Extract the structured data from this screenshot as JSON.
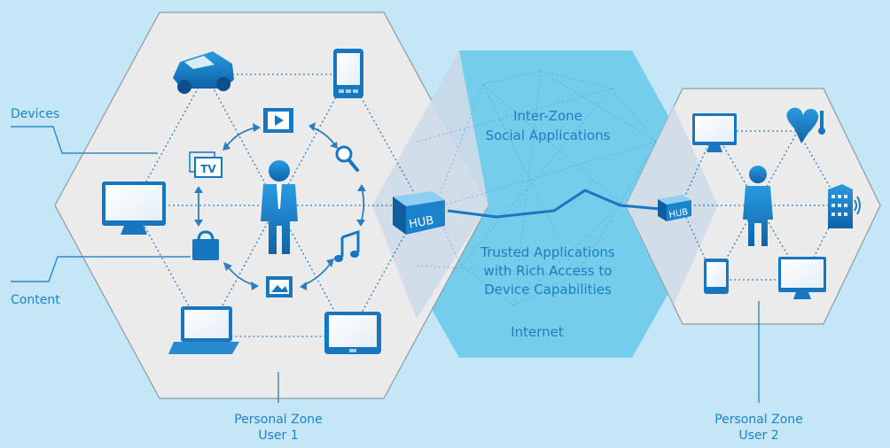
{
  "labels": {
    "devices": "Devices",
    "content": "Content",
    "zone1_line1": "Personal Zone",
    "zone1_line2": "User 1",
    "zone2_line1": "Personal Zone",
    "zone2_line2": "User 2",
    "interzone_line1": "Inter-Zone",
    "interzone_line2": "Social Applications",
    "trusted_line1": "Trusted Applications",
    "trusted_line2": "with Rich Access to",
    "trusted_line3": "Device Capabilities",
    "internet": "Internet"
  },
  "hubs": {
    "hub1": "HUB",
    "hub2": "HUB"
  },
  "content_icons": {
    "tv": "TV"
  },
  "colors": {
    "background": "#c5e6f7",
    "zone_fill": "#ebebeb",
    "internet_fill": "#74cdea",
    "accent_blue": "#1a86c7",
    "dotted_line": "#2a7fc0"
  }
}
